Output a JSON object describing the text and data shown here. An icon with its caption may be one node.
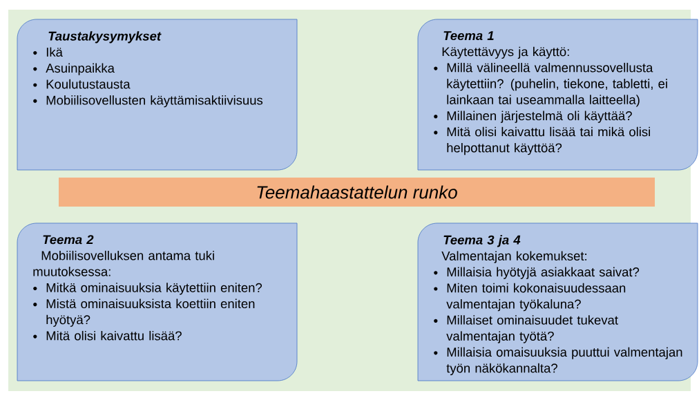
{
  "diagram": {
    "nodes": [
      {
        "text": [
          "Taustakysymykset",
          "Ikä",
          "Asuinpaikka",
          "Koulutustausta",
          "Mobiilisovellusten käyttämisaktiivisuus"
        ]
      },
      {
        "text": [
          "Teema 1",
          "Käytettävyys ja käyttö:",
          "Millä välineellä valmennussovellusta käytettiin? (puhelin, tiekone, tabletti, ei lainkaan tai useammalla laitteella)",
          "Millainen järjestelmä oli käyttää?",
          "Mitä olisi kaivattu lisää tai mikä olisi helpottanut käyttöä?"
        ]
      },
      {
        "text": [
          "Teemahaastattelun runko"
        ]
      },
      {
        "text": [
          "Teema 2",
          "Mobiilisovelluksen antama tuki muutoksessa:",
          "Mitkä ominaisuuksia käytettiin eniten?",
          "Mistä ominaisuuksista koettiin eniten hyötyä?",
          "Mitä olisi kaivattu lisää?"
        ]
      },
      {
        "text": [
          "Teema 3 ja 4",
          "Valmentajan kokemukset:",
          "Millaisia hyötyjä asiakkaat saivat?",
          "Miten toimi kokonaisuudessaan valmentajan työkaluna?",
          "Millaiset ominaisuudet tukevat valmentajan työtä?",
          "Millaisia omaisuuksia puuttui valmentajan työn näkökannalta?"
        ]
      }
    ],
    "edges": []
  }
}
